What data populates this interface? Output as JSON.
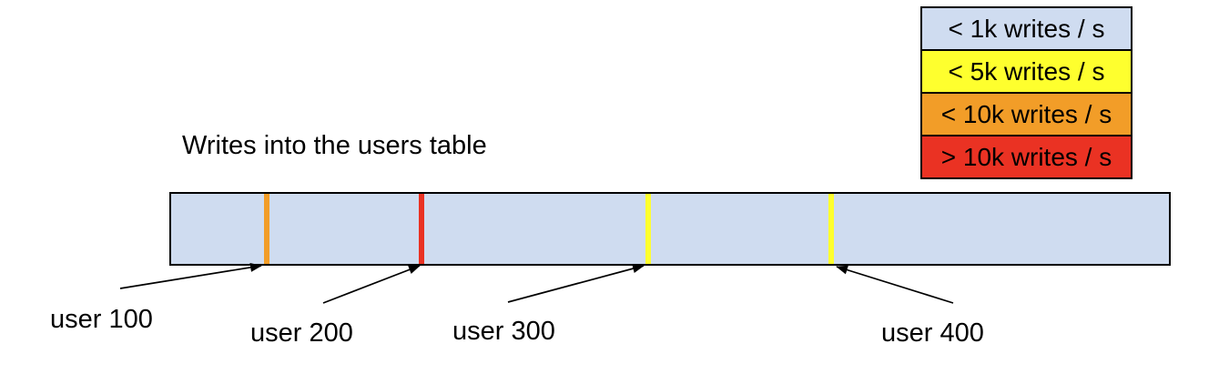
{
  "title": "Writes into the users table",
  "colors": {
    "bar_fill": "#cfdcf0",
    "yellow": "#feff2e",
    "orange": "#f29d28",
    "red": "#ea3223",
    "outline": "#000000"
  },
  "legend": {
    "items": [
      {
        "label": "< 1k writes / s",
        "color": "#cfdcf0"
      },
      {
        "label": "< 5k writes / s",
        "color": "#feff2e"
      },
      {
        "label": "< 10k writes / s",
        "color": "#f29d28"
      },
      {
        "label": "> 10k writes / s",
        "color": "#ea3223"
      }
    ]
  },
  "bar": {
    "fill": "#cfdcf0",
    "markers": [
      {
        "user": "user 100",
        "rate": "< 10k writes / s",
        "color": "#f29d28"
      },
      {
        "user": "user 200",
        "rate": "> 10k writes / s",
        "color": "#ea3223"
      },
      {
        "user": "user 300",
        "rate": "< 5k writes / s",
        "color": "#feff2e"
      },
      {
        "user": "user 400",
        "rate": "< 5k writes / s",
        "color": "#feff2e"
      }
    ]
  }
}
